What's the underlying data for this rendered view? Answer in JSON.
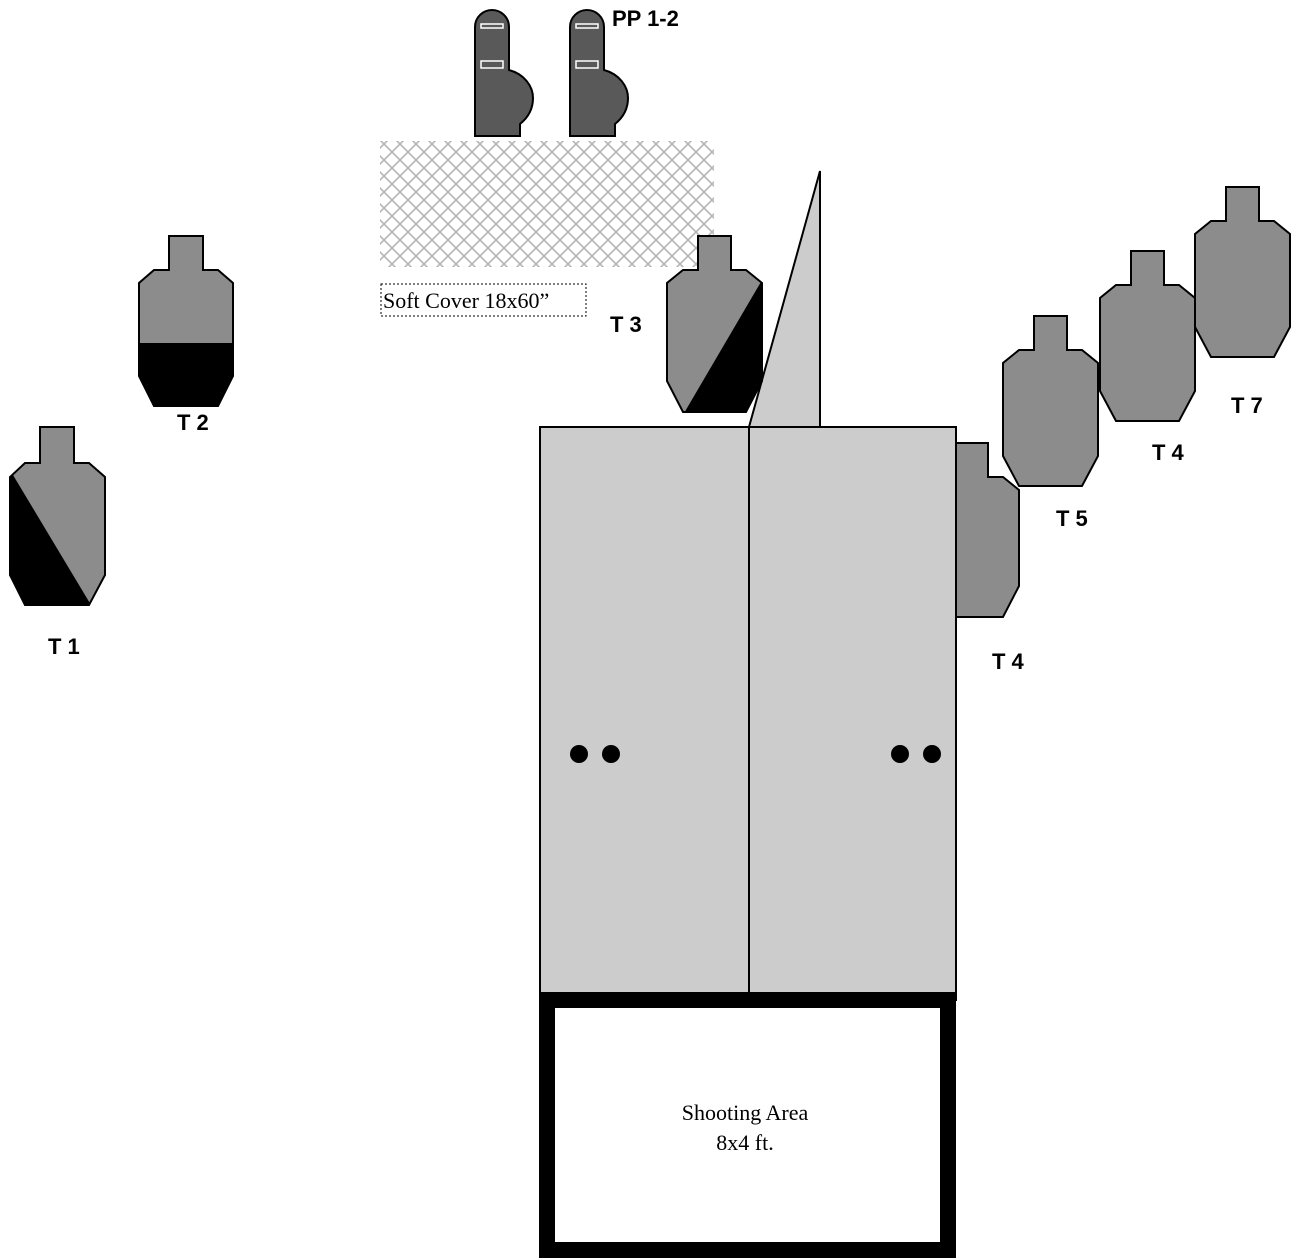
{
  "labels": {
    "pp": "PP 1-2",
    "soft_cover": "Soft Cover 18x60”",
    "t1": "T 1",
    "t2": "T 2",
    "t3": "T 3",
    "t4_lower": "T 4",
    "t5": "T 5",
    "t4_upper": "T 4",
    "t7": "T 7",
    "shooting_area_line1": "Shooting Area",
    "shooting_area_line2": "8x4 ft."
  },
  "colors": {
    "target_gray": "#8c8c8c",
    "popper_gray": "#595959",
    "no_shoot_black": "#000000",
    "wall_gray": "#cccccc",
    "outline": "#000000"
  }
}
